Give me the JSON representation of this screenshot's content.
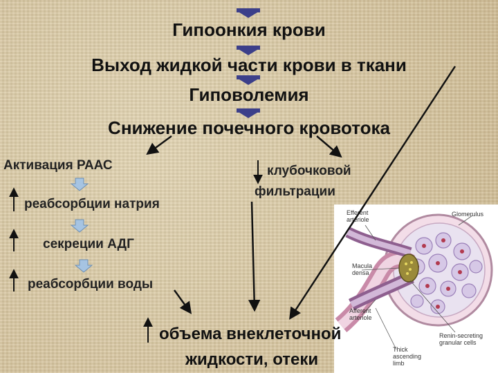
{
  "main_chain": {
    "step1": "Гипоонкия крови",
    "step2": "Выход жидкой части крови в ткани",
    "step3": "Гиповолемия",
    "step4": "Снижение почечного кровотока"
  },
  "left_branch": {
    "title": "Активация РААС",
    "item1": "реабсорбции натрия",
    "item2": "секреции АДГ",
    "item3": "реабсорбции воды"
  },
  "right_branch": {
    "line1": "клубочковой",
    "line2": "фильтрации"
  },
  "outcome": {
    "line1": "объема внеклеточной",
    "line2": "жидкости, отеки"
  },
  "figure": {
    "glomerulus": "Glomerulus",
    "efferent": "Efferent\narteriole",
    "macula": "Macula\ndensa",
    "afferent": "Afferent\narteriole",
    "renin": "Renin-secreting\ngranular cells",
    "thick": "Thick\nascending\nlimb"
  },
  "colors": {
    "chain_arrow": "#3c3f8a",
    "small_arrow": "#a6c4e2",
    "text": "#111111"
  }
}
